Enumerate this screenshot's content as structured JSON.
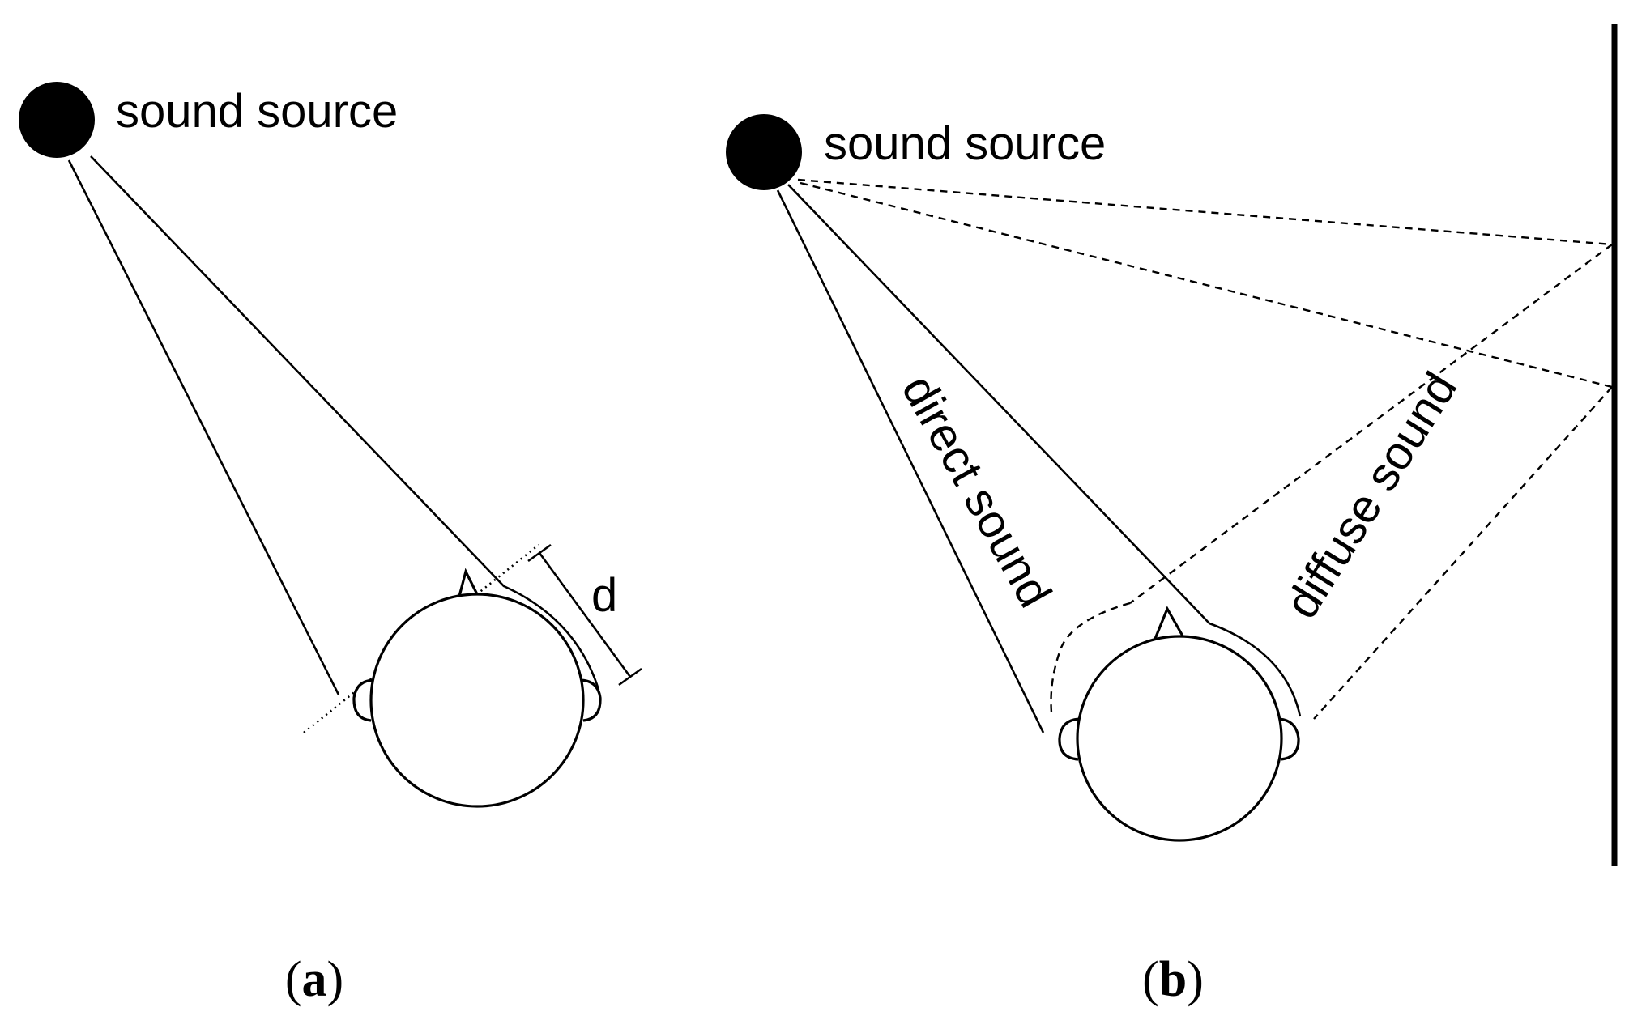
{
  "panel_a": {
    "source_label": "sound source",
    "distance_label": "d",
    "caption": "a"
  },
  "panel_b": {
    "source_label": "sound source",
    "direct_label": "direct sound",
    "diffuse_label": "diffuse sound",
    "caption": "b"
  },
  "caption_parens": {
    "open": "(",
    "close": ")"
  }
}
